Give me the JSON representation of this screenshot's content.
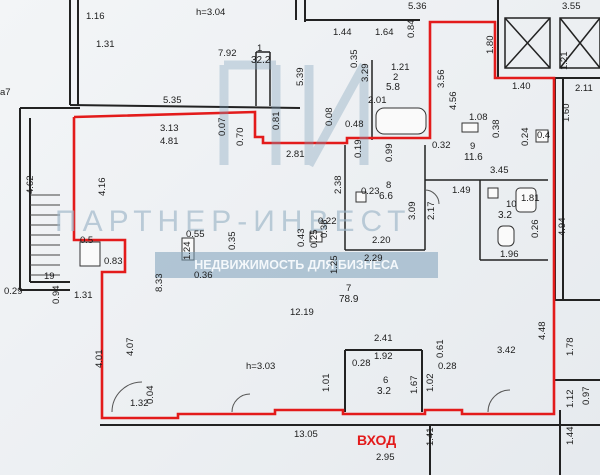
{
  "entrance_label": "ВХОД",
  "watermark": {
    "logo_text": "ПИ",
    "brand": "ПАРТНЕР-ИНВЕСТ",
    "tagline": "НЕДВИЖИМОСТЬ ДЛЯ БИЗНЕСА"
  },
  "colors": {
    "outline": "#e31b1b",
    "wall": "#222222",
    "watermark": "#7ea0ba"
  },
  "ceiling_heights": {
    "top": "h=3.04",
    "main": "h=3.03"
  },
  "rooms": [
    {
      "number": "1",
      "area": "32.2"
    },
    {
      "number": "2",
      "area": "5.8"
    },
    {
      "number": "6",
      "area": "3.2"
    },
    {
      "number": "7",
      "area": "78.9"
    },
    {
      "number": "8",
      "area": "6.6"
    },
    {
      "number": "9",
      "area": "11.6"
    },
    {
      "number": "10",
      "area": "3.2"
    }
  ],
  "dimensions": [
    "1.16",
    "1.31",
    "7.92",
    "5.39",
    "1.44",
    "1.64",
    "0.84",
    "1.21",
    "3.29",
    "5.36",
    "1.80",
    "3.56",
    "1.40",
    "2.11",
    "4.56",
    "2.01",
    "5.35",
    "3.13",
    "4.81",
    "0.07",
    "0.70",
    "0.81",
    "2.81",
    "0.08",
    "0.48",
    "0.32",
    "1.08",
    "0.38",
    "0.24",
    "0.4",
    "1.60",
    "0.19",
    "0.99",
    "3.45",
    "1.49",
    "4.16",
    "2.38",
    "0.23",
    "3.09",
    "2.17",
    "1.81",
    "0.22",
    "2.20",
    "2.29",
    "0.55",
    "1.24",
    "0.35",
    "1.25",
    "0.43",
    "0.25",
    "0.36",
    "1.96",
    "0.26",
    "4.94",
    "4.62",
    "0.5",
    "0.83",
    "0.29",
    "0.94",
    "1.31",
    "8.33",
    "0.36",
    "12.19",
    "0.35",
    "4.07",
    "4.01",
    "2.41",
    "0.61",
    "1.92",
    "3.42",
    "4.48",
    "1.78",
    "0.28",
    "0.28",
    "1.01",
    "1.67",
    "1.02",
    "1.32",
    "0.04",
    "13.05",
    "1.41",
    "2.95",
    "1.12",
    "1.44",
    "0.97",
    "a7",
    "3.55",
    "1.21",
    "19"
  ]
}
